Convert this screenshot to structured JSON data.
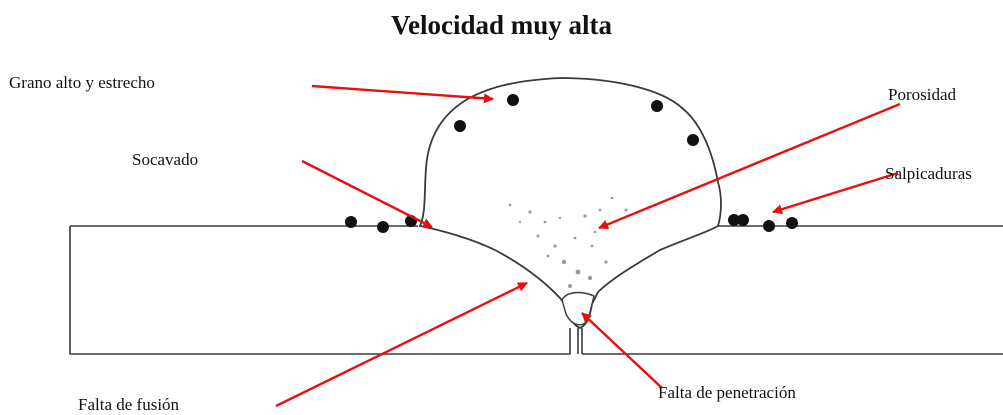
{
  "title": "Velocidad muy alta",
  "labels": {
    "grano": "Grano alto y estrecho",
    "socavado": "Socavado",
    "porosidad": "Porosidad",
    "salpicaduras": "Salpicaduras",
    "falta_fusion": "Falta de fusión",
    "falta_penetracion": "Falta de penetración"
  },
  "colors": {
    "arrow": "#e8100f",
    "outline": "#3a3a3a",
    "spatter": "#111111"
  }
}
